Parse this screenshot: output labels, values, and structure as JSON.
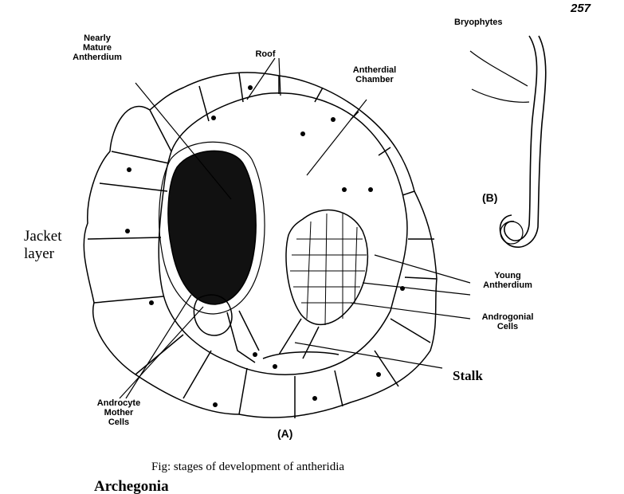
{
  "page_number": "257",
  "running_header": "Bryophytes",
  "labels": {
    "nearly_mature": "Nearly\nMature\nAntherdium",
    "roof": "Roof",
    "antherdial_chamber": "Antherdial\nChamber",
    "jacket_layer": "Jacket\nlayer",
    "young_antherdium": "Young\nAntherdium",
    "androgonial_cells": "Androgonial\nCells",
    "stalk": "Stalk",
    "androcyte_mother_cells": "Androcyte\nMother\nCells",
    "sub_a": "(A)",
    "sub_b": "(B)"
  },
  "caption": "Fig: stages of development of antheridia",
  "next_section": "Archegonia"
}
